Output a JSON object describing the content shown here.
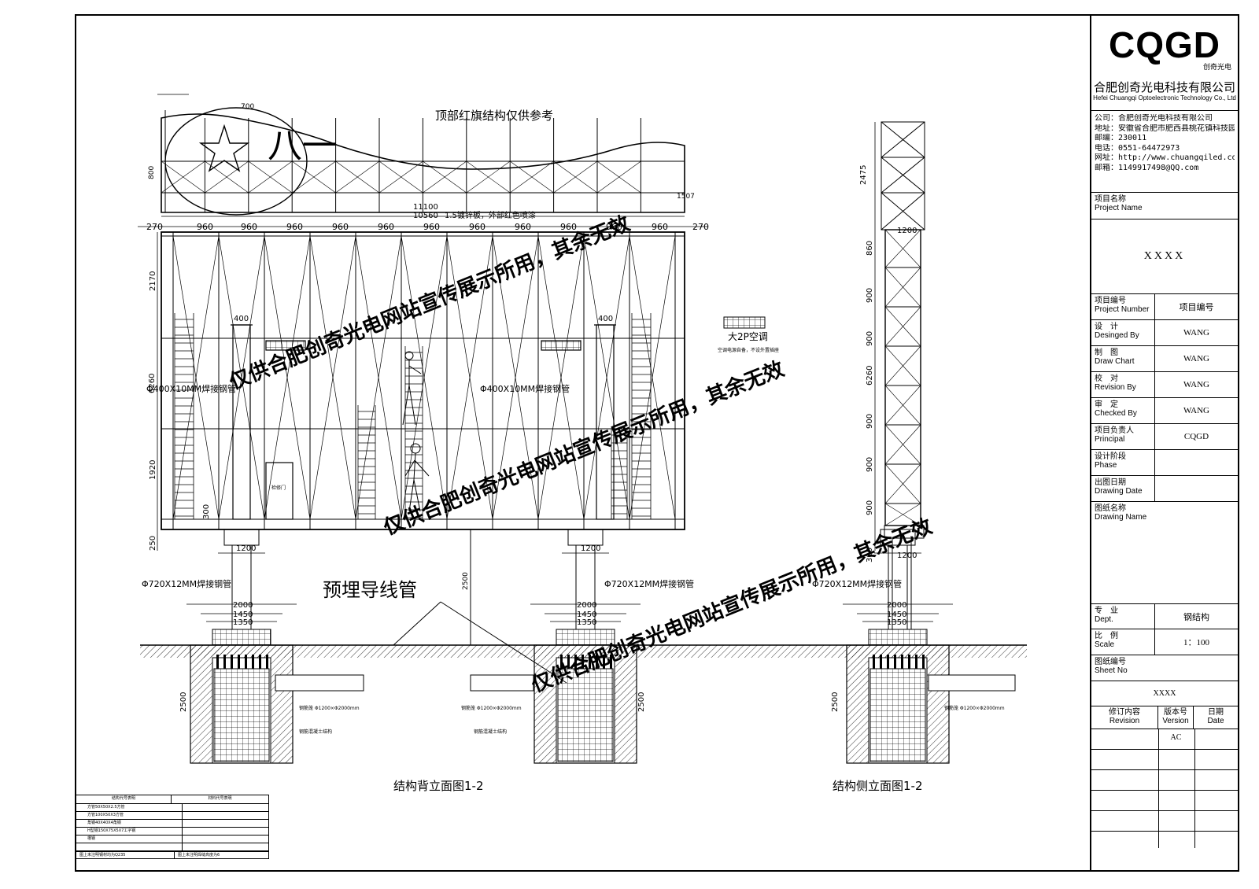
{
  "drawing": {
    "top_note": "顶部红旗结构仅供参考",
    "flag_char": "八一",
    "aircon_label": "大2P空调",
    "aircon_note": "空调电源自备，不设外置插座",
    "width_total": "11100",
    "width_inner": "10560",
    "plate_note": "1.5镀锌板，外部红色喷漆",
    "dims_top": [
      "270",
      "960",
      "960",
      "960",
      "960",
      "960",
      "960",
      "960",
      "960",
      "960",
      "960",
      "960",
      "270"
    ],
    "dim_700": "700",
    "dim_800": "800",
    "dim_1507": "1507",
    "dim_400a": "400",
    "dim_400b": "400",
    "dim_2170": "2170",
    "dim_6260": "6260",
    "dim_1920": "1920",
    "dim_300": "300",
    "dim_250": "250",
    "dim_1200a": "1200",
    "dim_1200b": "1200",
    "dim_1200c": "1200",
    "dim_1200d": "1200",
    "dim_2500": "2500",
    "dim_2000": "2000",
    "dim_1450": "1450",
    "dim_1350": "1350",
    "pipe_400_left": "Φ400X10MM焊接钢管",
    "pipe_400_mid": "Φ400X10MM焊接钢管",
    "pipe_720_a": "Φ720X12MM焊接钢管",
    "pipe_720_b": "Φ720X12MM焊接钢管",
    "pipe_720_c": "Φ720X12MM焊接钢管",
    "conduit": "预埋导线管",
    "title_back": "结构背立面图1-2",
    "title_side": "结构侧立面图1-2",
    "side_dims": [
      "2475",
      "860",
      "900",
      "900",
      "6260",
      "900",
      "900",
      "900",
      "300"
    ],
    "side_2000": "2000",
    "side_1450": "1450",
    "side_1350": "1350",
    "side_2500": "2500",
    "mid_2500": "2500",
    "watermark": "仅供合肥创奇光电网站宣传展示所用，其余无效",
    "door_label": "检修门",
    "rebar_note_1": "钢筋笼 Φ1200×Φ2000mm",
    "rebar_note_2": "钢筋笼 Φ1200×Φ2000mm",
    "rebar_note_3": "钢筋笼 Φ1200×Φ2000mm",
    "concrete_note": "钢筋混凝土结构",
    "concrete_note_2": "钢筋混凝土结构"
  },
  "title_block": {
    "logo": "CQGD",
    "logo_small": "创奇光电",
    "company_cn": "合肥创奇光电科技有限公司",
    "company_en": "Hefei Chuangqi Optoelectronic Technology Co., Ltd",
    "info": [
      "公司：合肥创奇光电科技有限公司",
      "地址：安徽省合肥市肥西县桃花镇科技园",
      "邮编：230011",
      "电话：0551-64472973",
      "网址：http://www.chuangqiled.com",
      "邮箱：1149917498@QQ.com"
    ],
    "project_name_label": "项目名称",
    "project_name_label_en": "Project Name",
    "project_name": "XXXX",
    "rows": [
      {
        "cn": "项目编号",
        "en": "Project Number",
        "val": "项目编号"
      },
      {
        "cn": "设　计",
        "en": "Desinged By",
        "val": "WANG"
      },
      {
        "cn": "制　图",
        "en": "Draw Chart",
        "val": "WANG"
      },
      {
        "cn": "校　对",
        "en": "Revision By",
        "val": "WANG"
      },
      {
        "cn": "审　定",
        "en": "Checked By",
        "val": "WANG"
      },
      {
        "cn": "项目负责人",
        "en": "Principal",
        "val": "CQGD"
      },
      {
        "cn": "设计阶段",
        "en": "Phase",
        "val": ""
      },
      {
        "cn": "出图日期",
        "en": "Drawing Date",
        "val": ""
      }
    ],
    "drawing_name_label": "图纸名称",
    "drawing_name_label_en": "Drawing Name",
    "dept_label": "专　业",
    "dept_label_en": "Dept.",
    "dept": "钢结构",
    "scale_label": "比　例",
    "scale_label_en": "Scale",
    "scale": "1：100",
    "sheet_label": "图纸编号",
    "sheet_label_en": "Sheet No",
    "sheet": "XXXX",
    "rev_head": [
      "修订内容",
      "版本号",
      "日期"
    ],
    "rev_head_en": [
      "Revision",
      "Version",
      "Date"
    ],
    "rev_version": "AC"
  },
  "legend": {
    "title_a": "结构代号表明",
    "title_b": "材料代号表明",
    "rows": [
      "方管50X50X2.5方管",
      "方管100X50X3方管",
      "角钢40X40X4角钢",
      "H型钢150X75X5X7工字钢",
      "槽钢",
      ""
    ],
    "foot_a": "图上未注明钢材均为Q235",
    "foot_b": "图上未注明焊缝高度为6"
  }
}
